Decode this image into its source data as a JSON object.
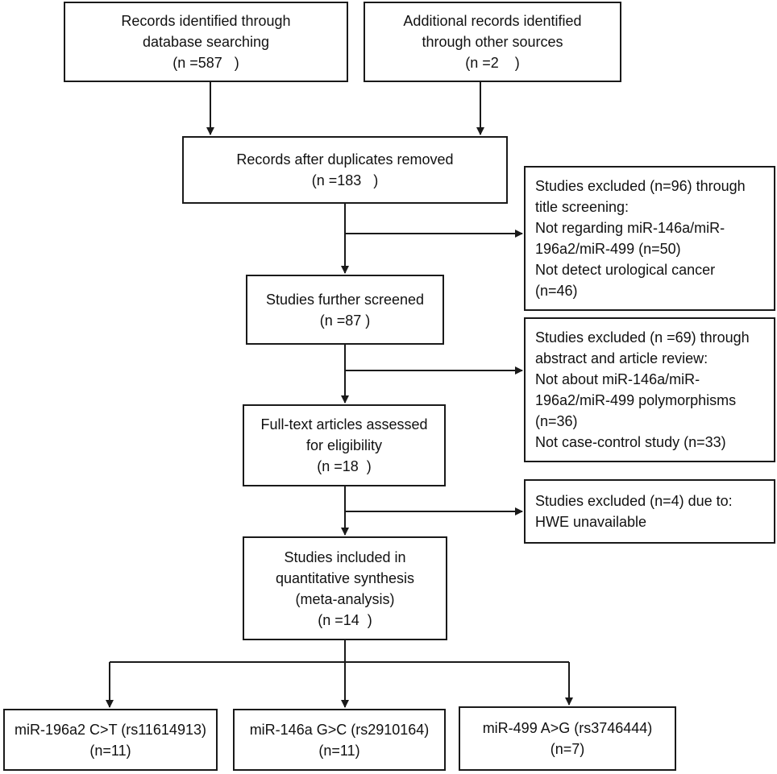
{
  "boxes": {
    "identified_db": {
      "lines": [
        "Records identified through",
        "database searching",
        "(n =587   )"
      ]
    },
    "identified_other": {
      "lines": [
        "Additional records identified",
        "through other sources",
        "(n =2    )"
      ]
    },
    "after_duplicates": {
      "lines": [
        "Records after duplicates removed",
        "(n =183   )"
      ]
    },
    "excluded_title": {
      "lines": [
        "Studies excluded (n=96) through",
        "title screening:",
        "Not regarding miR-146a/miR-",
        "196a2/miR-499 (n=50)",
        "Not detect urological cancer",
        "(n=46)"
      ]
    },
    "further_screened": {
      "lines": [
        "Studies further screened",
        "(n =87 )"
      ]
    },
    "excluded_abstract": {
      "lines": [
        "Studies excluded (n =69) through",
        "abstract and article review:",
        "Not about miR-146a/miR-",
        "196a2/miR-499 polymorphisms",
        "(n=36)",
        "Not case-control study (n=33)"
      ]
    },
    "full_text": {
      "lines": [
        "Full-text articles assessed",
        "for eligibility",
        "(n =18  )"
      ]
    },
    "excluded_hwe": {
      "lines": [
        "Studies excluded (n=4) due to:",
        "HWE unavailable"
      ]
    },
    "included": {
      "lines": [
        "Studies included in",
        "quantitative synthesis",
        "(meta-analysis)",
        "(n =14  )"
      ]
    },
    "mir196": {
      "lines": [
        "miR-196a2 C>T (rs11614913)",
        "(n=11)"
      ]
    },
    "mir146": {
      "lines": [
        "miR-146a G>C (rs2910164)",
        "(n=11)"
      ]
    },
    "mir499": {
      "lines": [
        "miR-499 A>G (rs3746444)",
        "(n=7)"
      ]
    }
  }
}
